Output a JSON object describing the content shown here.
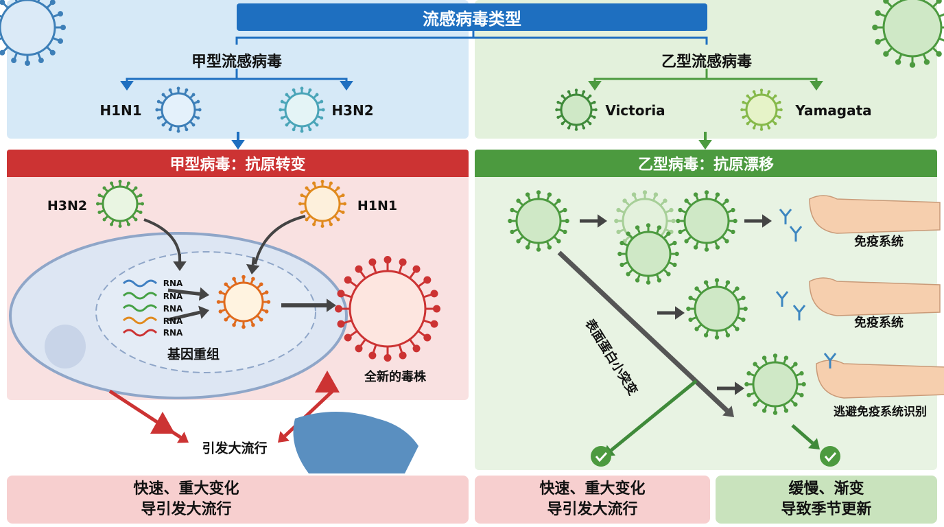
{
  "title": "流感病毒类型",
  "type_a": {
    "title": "甲型流感病毒",
    "subtypes": [
      "H1N1",
      "H3N2"
    ]
  },
  "type_b": {
    "title": "乙型流感病毒",
    "lineages": [
      "Victoria",
      "Yamagata"
    ]
  },
  "shift": {
    "header": "甲型病毒：抗原转变",
    "virus_left": "H3N2",
    "virus_right": "H1N1",
    "rna": [
      "RNA",
      "RNA",
      "RNA",
      "RNA",
      "RNA"
    ],
    "reassortment": "基因重组",
    "new_strain": "全新的毒株",
    "pandemic": "引发大流行"
  },
  "drift": {
    "header": "乙型病毒：抗原漂移",
    "immune_1": "免疫系统",
    "immune_2": "免疫系统",
    "evade": "逃避免疫系统识别",
    "mutation": "表面蛋白小突变"
  },
  "bottom": [
    {
      "line1": "快速、重大变化",
      "line2": "导引发大流行"
    },
    {
      "line1": "快速、重大变化",
      "line2": "导引发大流行"
    },
    {
      "line1": "缓慢、渐变",
      "line2": "导致季节更新"
    }
  ],
  "colors": {
    "blue": "#1e6fc0",
    "red": "#cc3333",
    "green": "#4c9a3f",
    "pink": "#f8d7d7",
    "lightgreen": "#e6f2e1",
    "lightblue": "#d8eaf7"
  }
}
